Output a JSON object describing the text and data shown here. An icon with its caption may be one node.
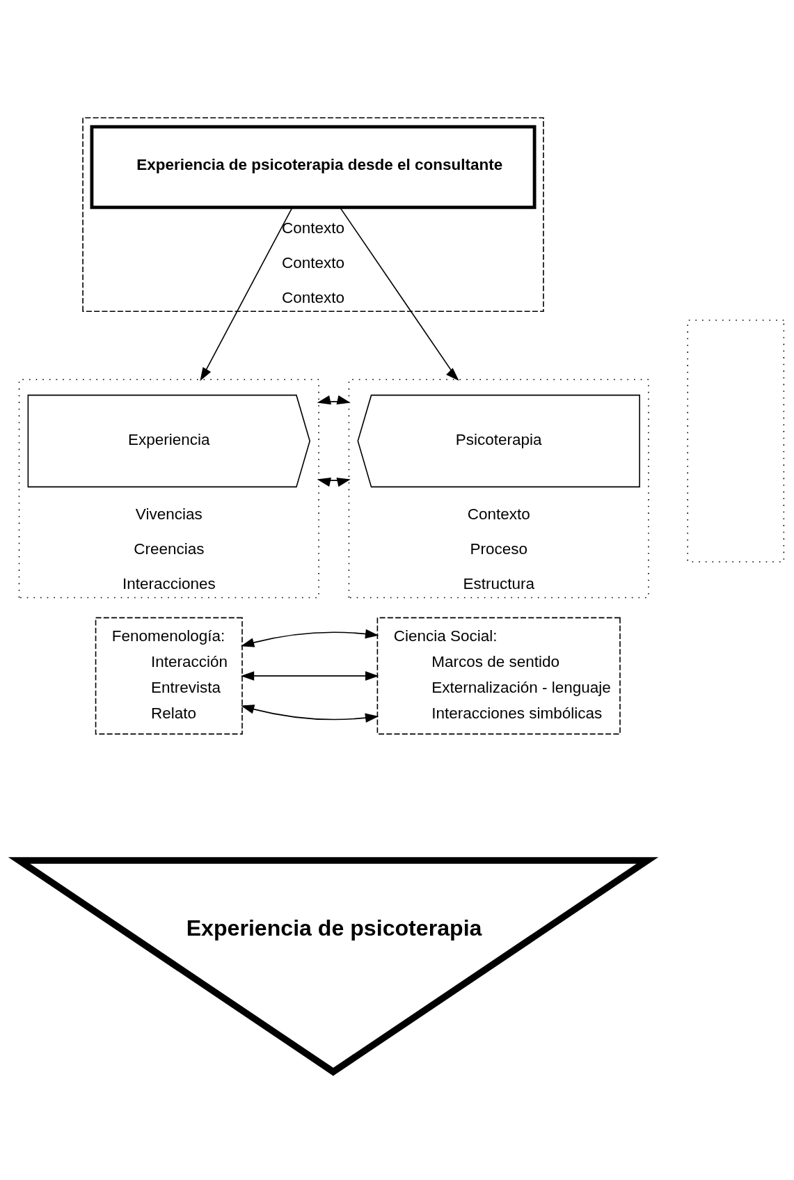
{
  "diagram": {
    "nodes": [
      {
        "text": [
          "Contexto",
          "Contexto",
          "Contexto"
        ]
      },
      {
        "text": [
          "Experiencia de psicoterapia desde el consultante"
        ],
        "in": 0
      },
      {
        "text": [
          "Vivencias",
          "Creencias",
          "Interacciones"
        ]
      },
      {
        "text": [
          "Experiencia"
        ],
        "in": 2
      },
      {
        "text": [],
        "shape": "box"
      },
      {
        "text": [
          "Contexto",
          "Proceso",
          "Estructura"
        ]
      },
      {
        "text": [
          "Psicoterapia"
        ],
        "in": 5
      },
      {
        "text": [
          "Fenomenología:",
          "Interacción",
          "Entrevista",
          "Relato"
        ]
      },
      {
        "text": [
          "Ciencia Social:",
          "Marcos de sentido",
          "Externalización - lenguaje",
          "Interacciones simbólicas"
        ]
      },
      {
        "text": [
          "Experiencia de psicoterapia"
        ]
      }
    ],
    "edges": [
      {
        "from": 1,
        "to": 2,
        "arrow": "to"
      },
      {
        "from": 1,
        "to": 5,
        "arrow": "to"
      },
      {
        "from": 2,
        "to": 5,
        "arrow": "both"
      },
      {
        "from": 2,
        "to": 5,
        "arrow": "both"
      },
      {
        "from": 7,
        "to": 8,
        "arrow": "both"
      },
      {
        "from": 7,
        "to": 8,
        "arrow": "both"
      },
      {
        "from": 7,
        "to": 8,
        "arrow": "both"
      }
    ]
  }
}
